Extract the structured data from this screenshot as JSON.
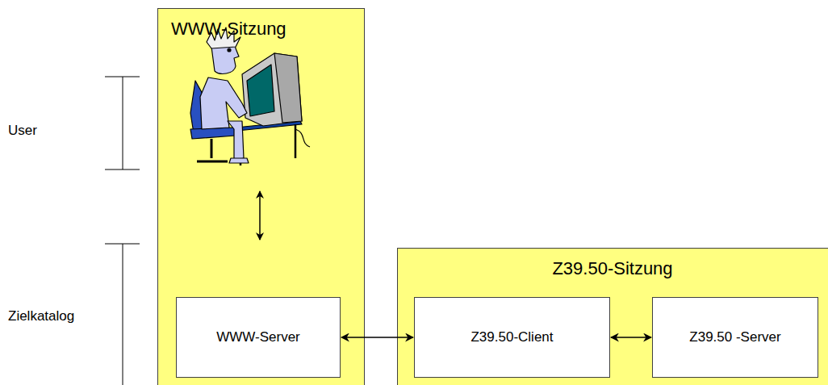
{
  "diagram": {
    "nodes": [
      {
        "text": [
          "WWW-Sitzung"
        ]
      },
      {
        "text": [
          "WWW-Server"
        ],
        "in": 0
      },
      {
        "text": [
          "Z39.50-Sitzung"
        ]
      },
      {
        "text": [
          "Z39.50-Client"
        ],
        "in": 2
      },
      {
        "text": [
          "Z39.50 -Server"
        ],
        "in": 2
      }
    ],
    "edges": [
      {
        "from": 1,
        "to": 3,
        "arrow": "both"
      },
      {
        "from": 3,
        "to": 4,
        "arrow": "both"
      }
    ],
    "labels": [
      "User",
      "Zielkatalog"
    ]
  }
}
